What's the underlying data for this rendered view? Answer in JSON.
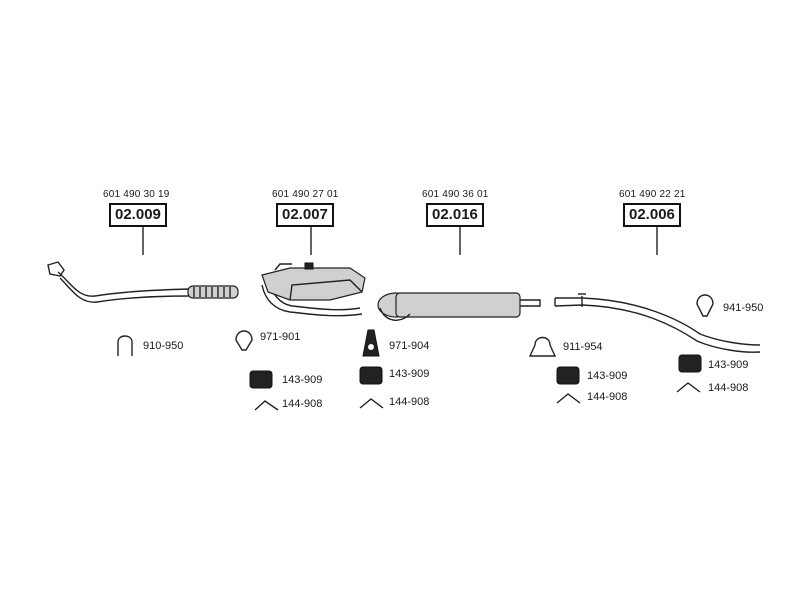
{
  "components": [
    {
      "ref": "601 490 30 19",
      "code": "02.009"
    },
    {
      "ref": "601 490 27 01",
      "code": "02.007"
    },
    {
      "ref": "601 490 36 01",
      "code": "02.016"
    },
    {
      "ref": "601 490 22 21",
      "code": "02.006"
    }
  ],
  "parts": {
    "p910_950": "910-950",
    "p971_901": "971-901",
    "p971_904": "971-904",
    "p911_954": "911-954",
    "p941_950": "941-950",
    "p143_909": "143-909",
    "p144_908": "144-908"
  }
}
